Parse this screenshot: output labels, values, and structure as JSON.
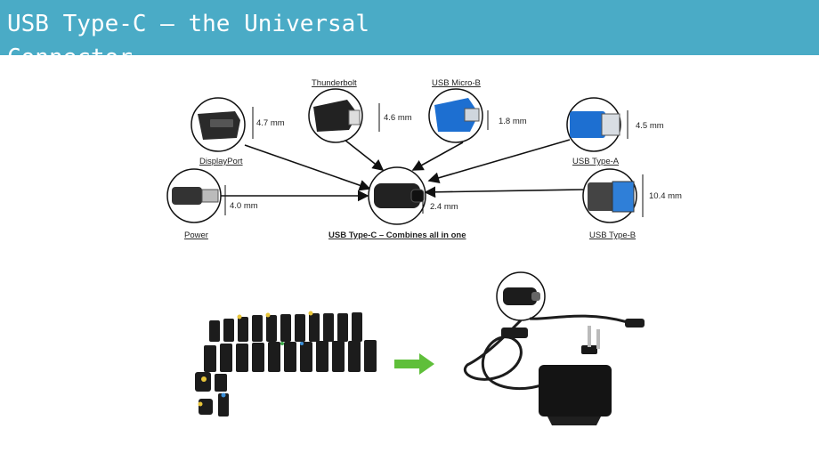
{
  "slide": {
    "title": "USB Type-C – the Universal Connector"
  },
  "diagram": {
    "connectors": [
      {
        "label": "DisplayPort",
        "size": "4.7 mm"
      },
      {
        "label": "Thunderbolt",
        "size": "4.6 mm"
      },
      {
        "label": "USB Micro-B",
        "size": "1.8 mm"
      },
      {
        "label": "USB Type-A",
        "size": "4.5 mm"
      },
      {
        "label": "Power",
        "size": "4.0 mm"
      },
      {
        "label": "USB Type-B",
        "size": "10.4 mm"
      }
    ],
    "center": {
      "label": "USB Type-C – Combines all in one",
      "size": "2.4 mm"
    }
  },
  "colors": {
    "header": "#4aabc6",
    "usb_blue": "#1d6fd1",
    "arrow_green": "#5fbf3a"
  },
  "icons": [
    "connector-tip-set-photo",
    "green-arrow-icon",
    "usb-c-charger-photo"
  ]
}
